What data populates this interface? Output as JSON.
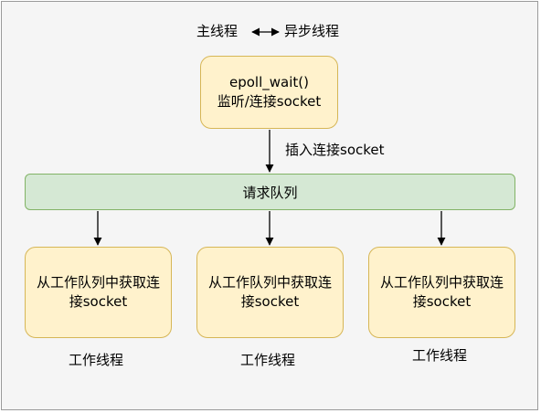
{
  "legend": {
    "main_thread": "主线程",
    "async_thread": "异步线程"
  },
  "listener": {
    "line1": "epoll_wait()",
    "line2": "监听/连接socket"
  },
  "insert_label": "插入连接socket",
  "queue_label": "请求队列",
  "workers": [
    {
      "line1": "从工作队列中获取连",
      "line2": "接socket",
      "caption": "工作线程"
    },
    {
      "line1": "从工作队列中获取连",
      "line2": "接socket",
      "caption": "工作线程"
    },
    {
      "line1": "从工作队列中获取连",
      "line2": "接socket",
      "caption": "工作线程"
    }
  ]
}
